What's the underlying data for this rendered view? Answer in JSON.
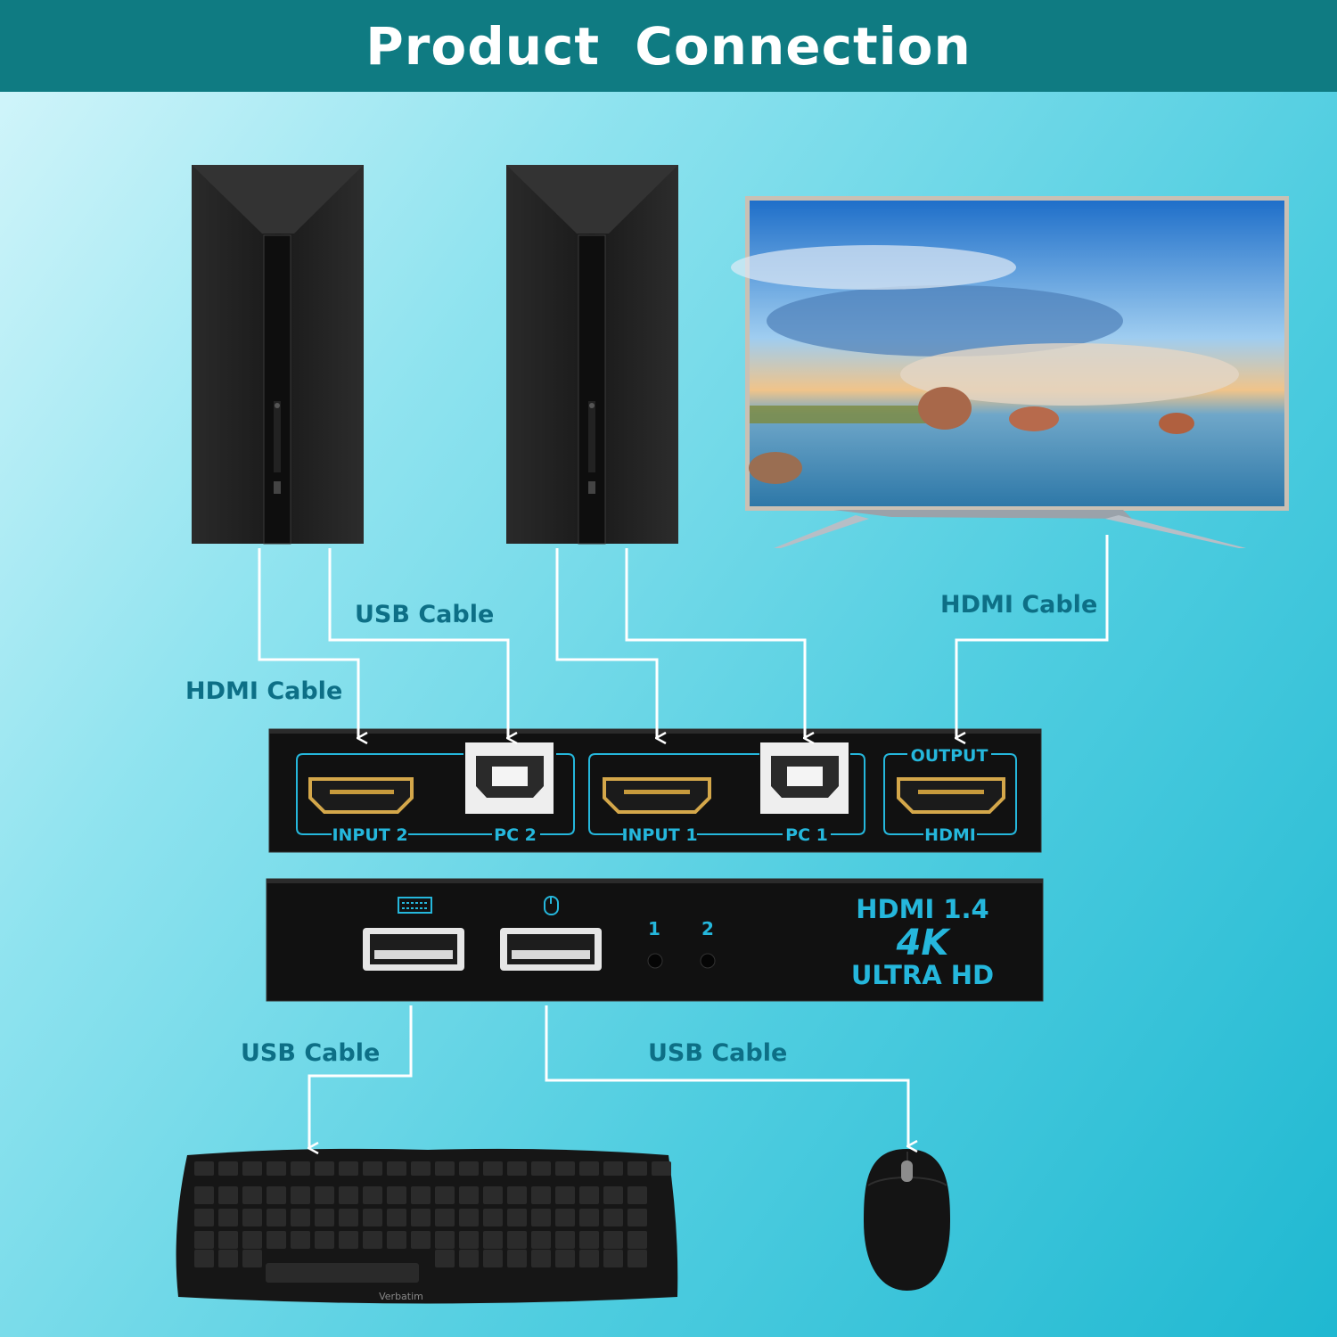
{
  "header": {
    "title": "Product  Connection"
  },
  "cables": {
    "pc2_usb": "USB Cable",
    "pc2_hdmi": "HDMI Cable",
    "monitor_hdmi": "HDMI Cable",
    "keyboard_usb": "USB Cable",
    "mouse_usb": "USB Cable"
  },
  "back_panel": {
    "input2": "INPUT 2",
    "pc2": "PC 2",
    "input1": "INPUT 1",
    "pc1": "PC 1",
    "output": "OUTPUT",
    "hdmi": "HDMI"
  },
  "front_panel": {
    "led1": "1",
    "led2": "2",
    "spec_line1": "HDMI 1.4",
    "spec_line2": "4K",
    "spec_line3": "ULTRA HD",
    "keyboard_port_icon": "keyboard-icon",
    "mouse_port_icon": "mouse-icon"
  },
  "keyboard": {
    "brand": "Verbatim"
  },
  "colors": {
    "header_bg": "#0f7b82",
    "label_text": "#0d6f86",
    "panel_accent": "#25b7dc",
    "cable": "#ffffff"
  }
}
